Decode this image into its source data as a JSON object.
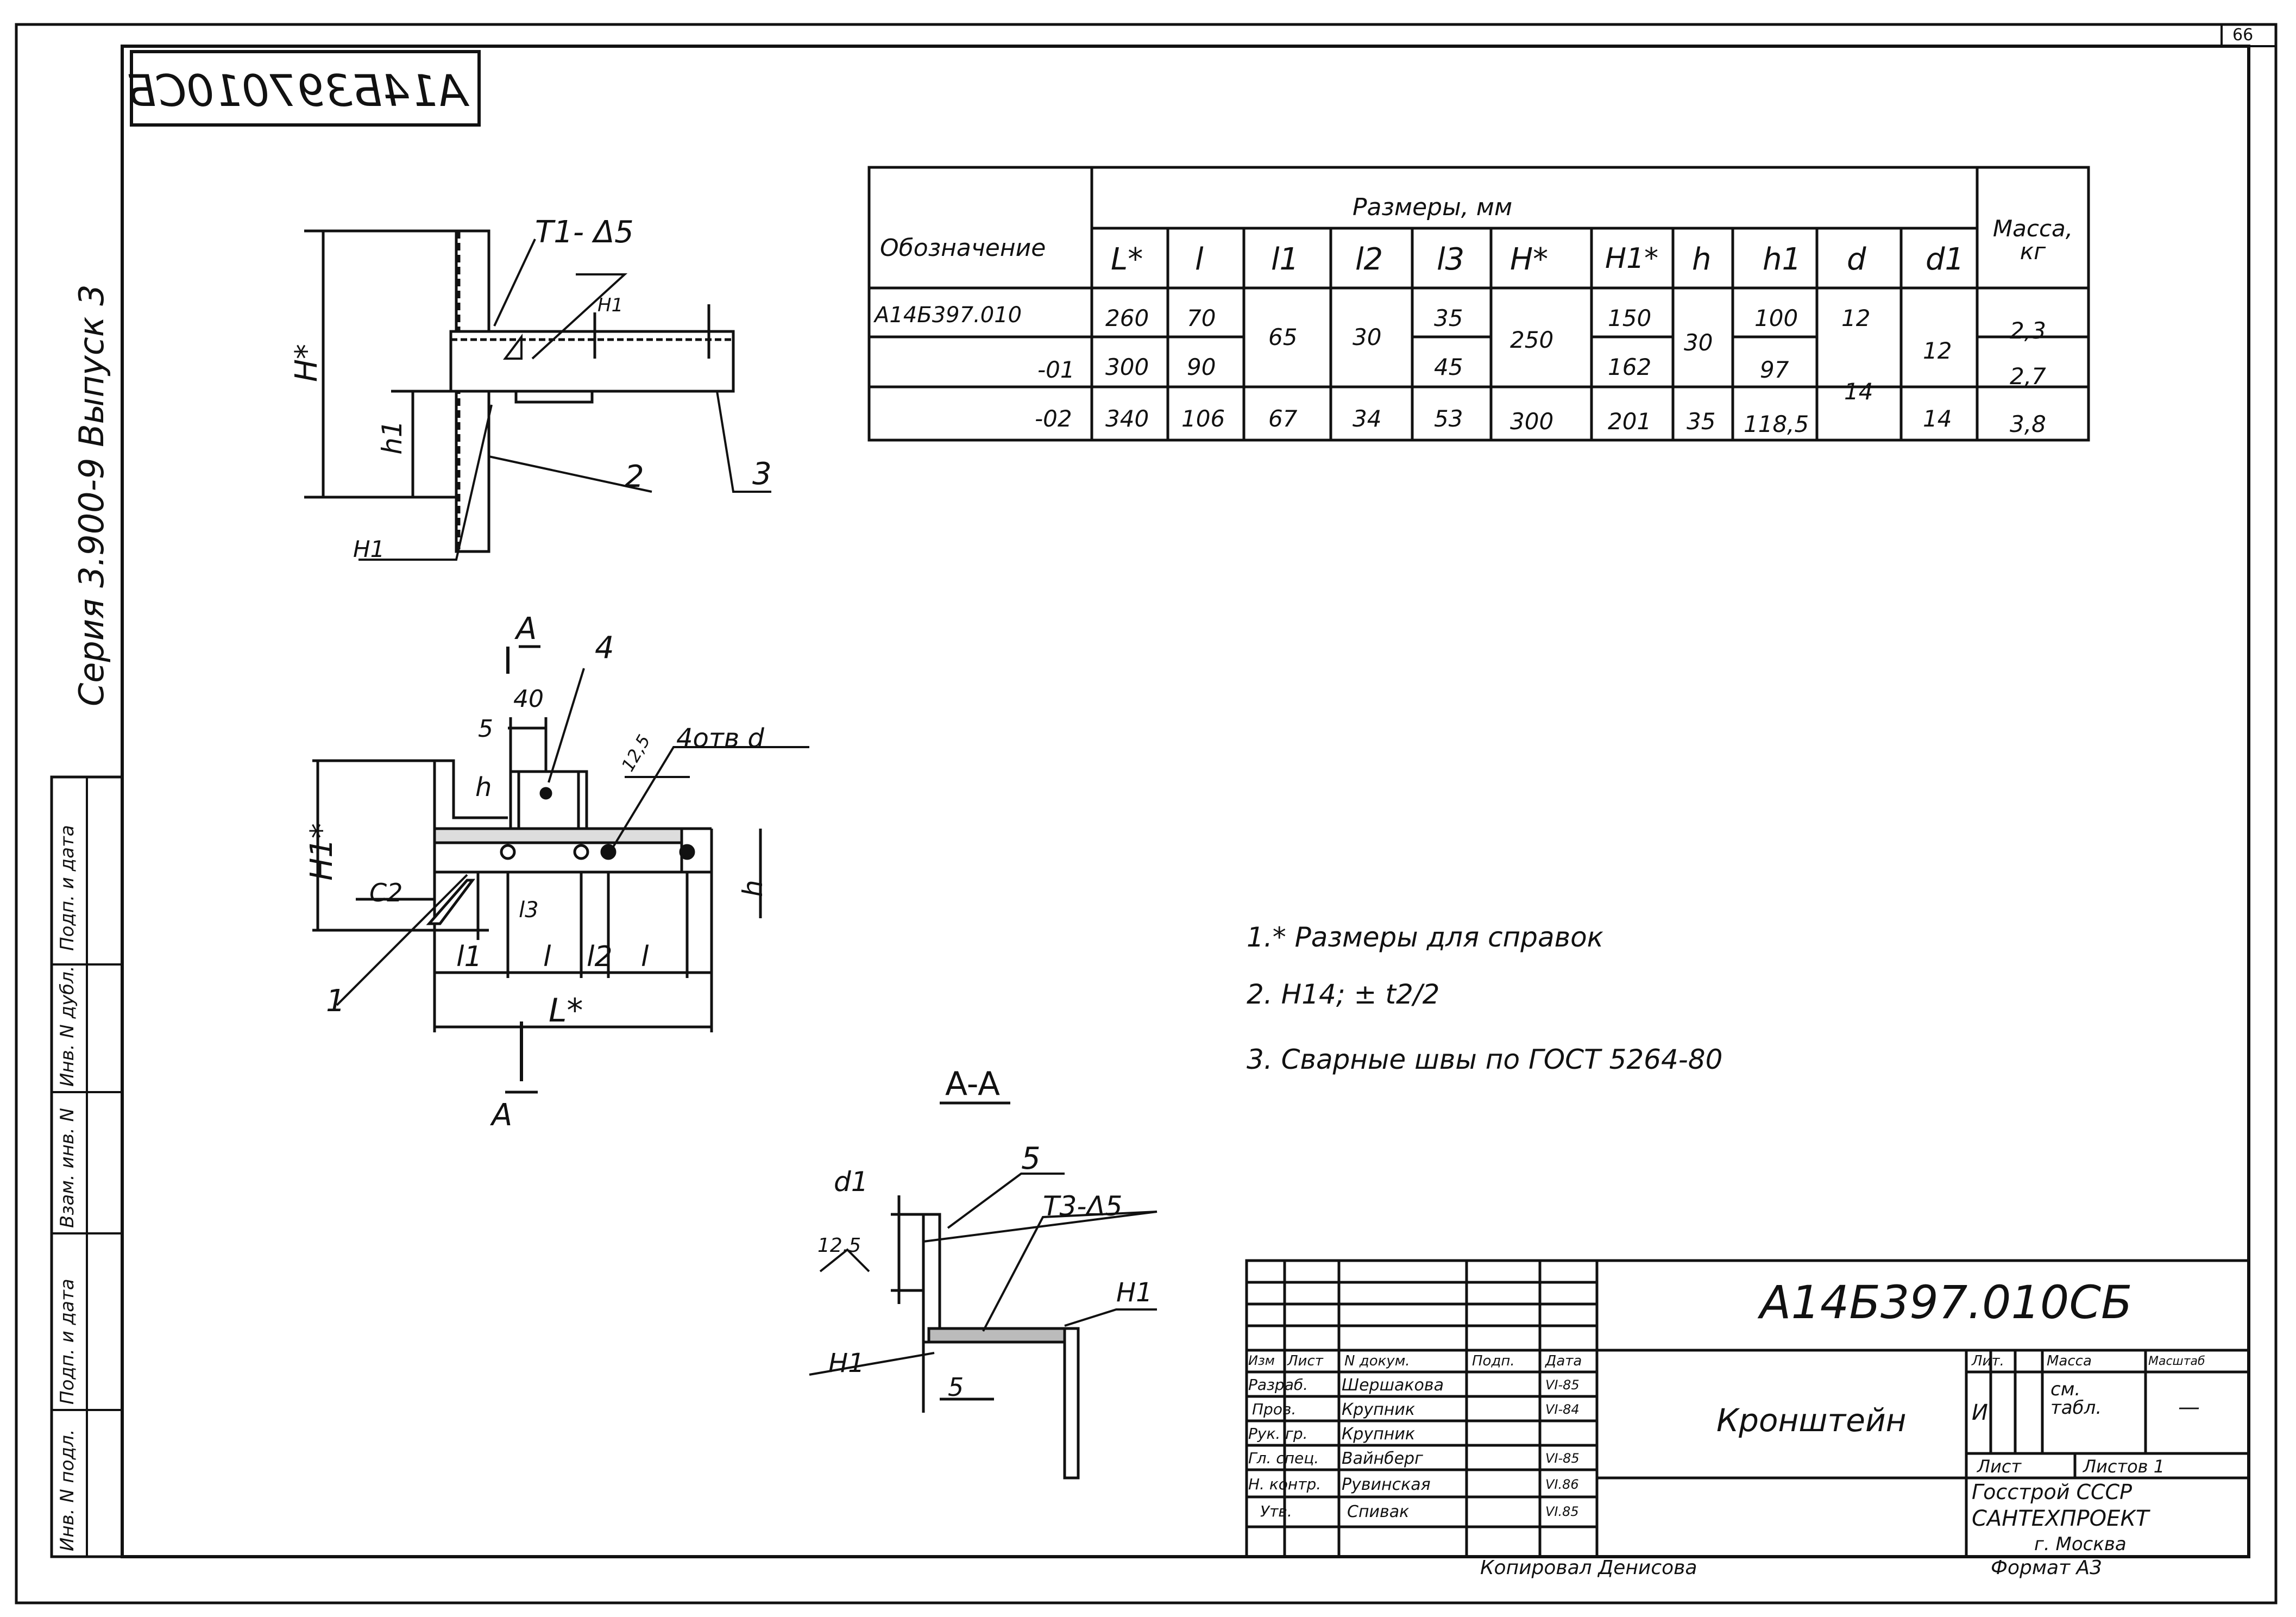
{
  "page_number": "66",
  "stamp_code": "А14Б397010СБ",
  "series": "Серия 3.900-9 Выпуск 3",
  "left_strip": [
    "Инв. N подл.",
    "Подп. и дата",
    "Взам. инв. N",
    "Инв. N дубл.",
    "Подп. и дата"
  ],
  "table": {
    "col_designation": "Обозначение",
    "group_header": "Размеры, мм",
    "col_mass": "Масса, кг",
    "dims": [
      "L*",
      "l",
      "l1",
      "l2",
      "l3",
      "H*",
      "H1*",
      "h",
      "h1",
      "d",
      "d1"
    ],
    "rows": [
      {
        "designation": "А14Б397.010",
        "L": "260",
        "l": "70",
        "l1": "65",
        "l2": "30",
        "l3": "35",
        "H": "250",
        "H1": "150",
        "h": "30",
        "h1": "100",
        "d": "12",
        "d1": "12",
        "mass": "2,3"
      },
      {
        "designation": "-01",
        "L": "300",
        "l": "90",
        "l3": "45",
        "H1": "162",
        "h1": "97",
        "d": "14",
        "mass": "2,7"
      },
      {
        "designation": "-02",
        "L": "340",
        "l": "106",
        "l1": "67",
        "l2": "34",
        "l3": "53",
        "H": "300",
        "H1": "201",
        "h": "35",
        "h1": "118,5",
        "d1": "14",
        "mass": "3,8"
      }
    ]
  },
  "notes": [
    "1.* Размеры для справок",
    "2. H14; ± t2/2",
    "3. Сварные швы по ГОСТ 5264-80"
  ],
  "labels": {
    "weld1": "T1- Δ5",
    "h1_tag": "H1",
    "h_star": "H*",
    "h1": "h1",
    "pos1": "1",
    "pos2": "2",
    "pos3": "3",
    "pos4": "4",
    "pos5": "5",
    "section_mark": "A",
    "dim40": "40",
    "dim5": "5",
    "h": "h",
    "r125": "12,5",
    "holes": "4отв d",
    "H1star": "H1*",
    "c2": "C2",
    "l3": "l3",
    "l1": "l1",
    "l": "l",
    "l2": "l2",
    "Lstar": "L*",
    "section_title": "A-A",
    "d1": "d1",
    "r125b": "12,5",
    "weld3": "T3-Δ5",
    "H1a": "H1",
    "H1b": "H1",
    "dim5b": "5"
  },
  "title_block": {
    "drawing_code": "А14Б397.010СБ",
    "name": "Кронштейн",
    "head": [
      "Изм",
      "Лист",
      "N докум.",
      "Подп.",
      "Дата"
    ],
    "roles": [
      {
        "role": "Разраб.",
        "name": "Шершакова",
        "date": "VI-85"
      },
      {
        "role": "Пров.",
        "name": "Крупник",
        "date": "VI-84"
      },
      {
        "role": "Рук. гр.",
        "name": "Крупник",
        "date": ""
      },
      {
        "role": "Гл. спец.",
        "name": "Вайнберг",
        "date": "VI-85"
      },
      {
        "role": "Н. контр.",
        "name": "Рувинская",
        "date": "VI.86"
      },
      {
        "role": "Утв.",
        "name": "Спивак",
        "date": "VI.85"
      }
    ],
    "lit_label": "Лит.",
    "mass_label": "Масса",
    "scale_label": "Масштаб",
    "lit_value": "И",
    "mass_value": "см. табл.",
    "scale_value": "—",
    "sheet_label": "Лист",
    "sheets_label": "Листов 1",
    "org1": "Госстрой СССР",
    "org2": "САНТЕХПРОЕКТ",
    "org3": "г. Москва",
    "copied": "Копировал Денисова",
    "format": "Формат А3"
  }
}
